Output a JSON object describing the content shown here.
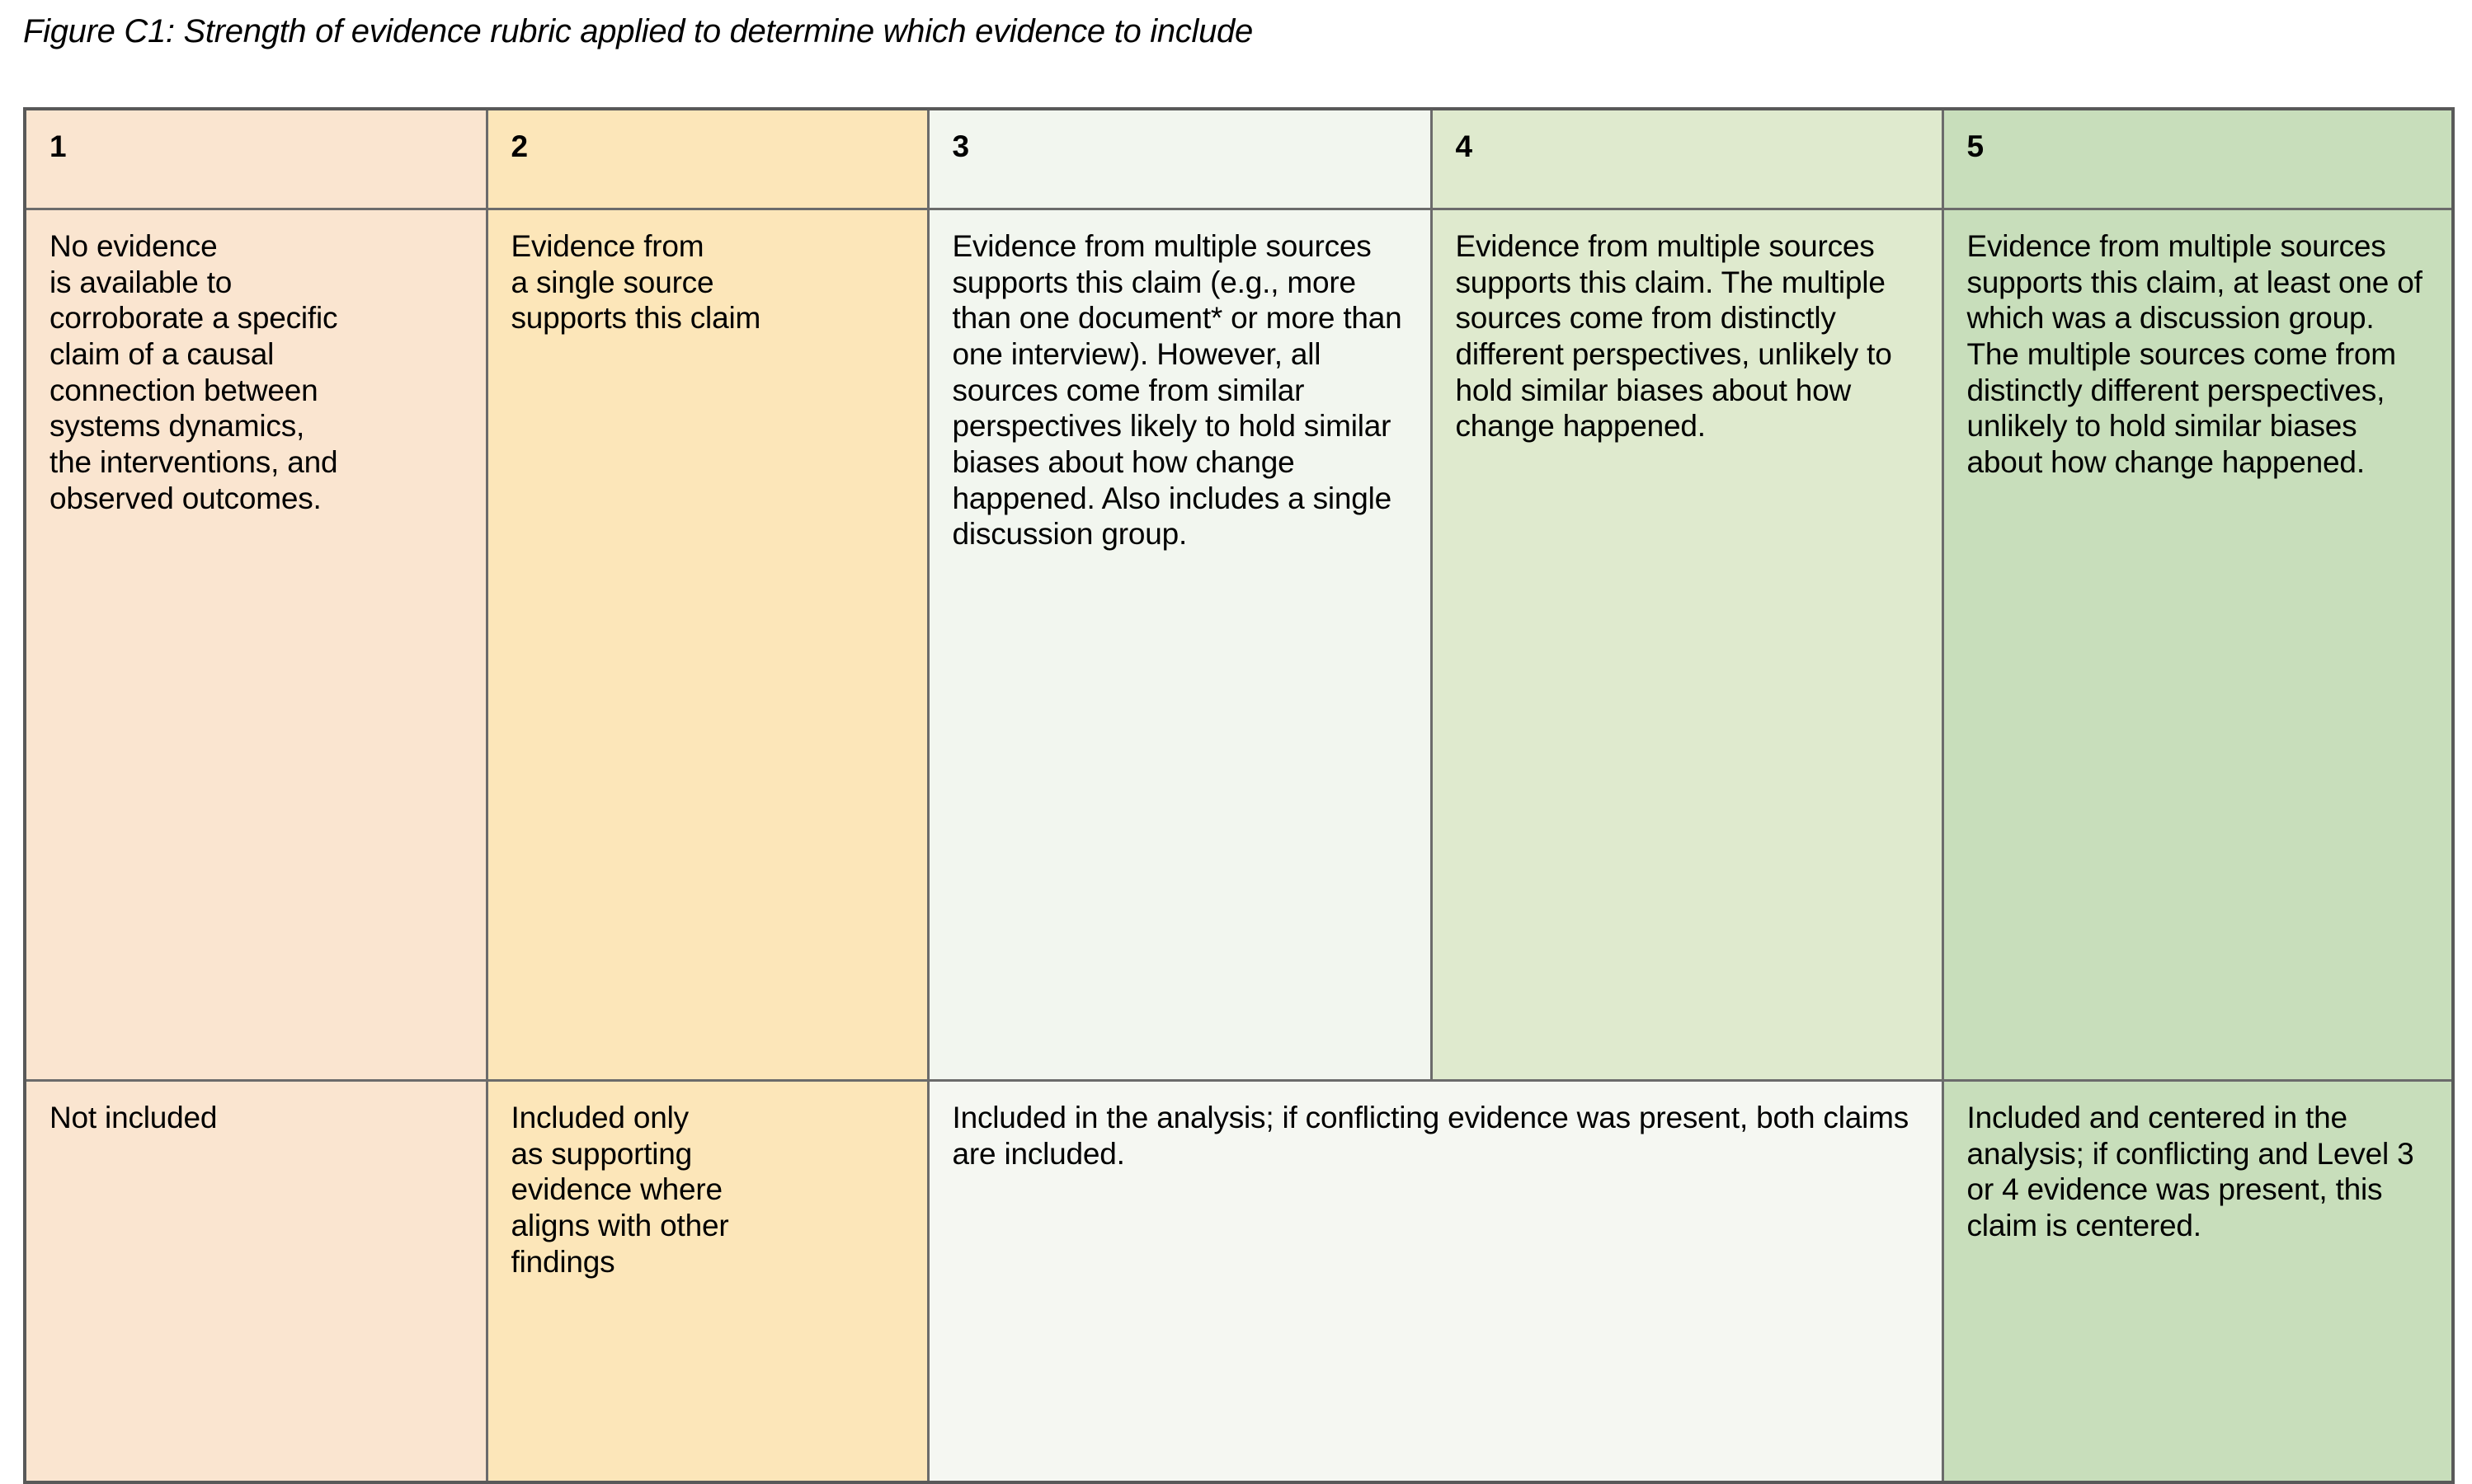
{
  "figure": {
    "caption": "Figure C1: Strength of evidence rubric applied to determine which evidence to include"
  },
  "colors": {
    "level1": "#fae5d0",
    "level2": "#fce6b9",
    "level3": "#f2f6ef",
    "level4": "#dfeace",
    "level5": "#c8debb",
    "merged_cell": "#f5f7f2",
    "border": "#6b6b6b",
    "text": "#000000"
  },
  "table": {
    "headers": [
      "1",
      "2",
      "3",
      "4",
      "5"
    ],
    "definitions": [
      "No evidence\nis available to\ncorroborate a specific\nclaim of a causal\nconnection between\nsystems dynamics,\nthe interventions, and\nobserved outcomes.",
      "Evidence from\na single source\nsupports this claim",
      "Evidence from multiple sources supports this claim (e.g., more than one document* or more than one interview). However, all sources come from similar perspectives likely to hold similar biases about how change happened. Also includes a single discussion group.",
      "Evidence from multiple sources supports this claim. The multiple sources come from distinctly different perspectives, unlikely to hold similar biases about how change happened.",
      "Evidence from multiple sources supports this claim, at least one of which was a discussion group. The multiple sources come from distinctly different perspectives, unlikely to hold similar biases about how change happened."
    ],
    "treatments": [
      "Not included",
      "Included only\nas supporting\nevidence where\naligns with other\nfindings",
      "Included in the analysis; if conflicting evidence was present, both claims are included.",
      "Included and centered in the analysis; if conflicting and Level 3 or 4 evidence was present, this claim is centered."
    ]
  }
}
